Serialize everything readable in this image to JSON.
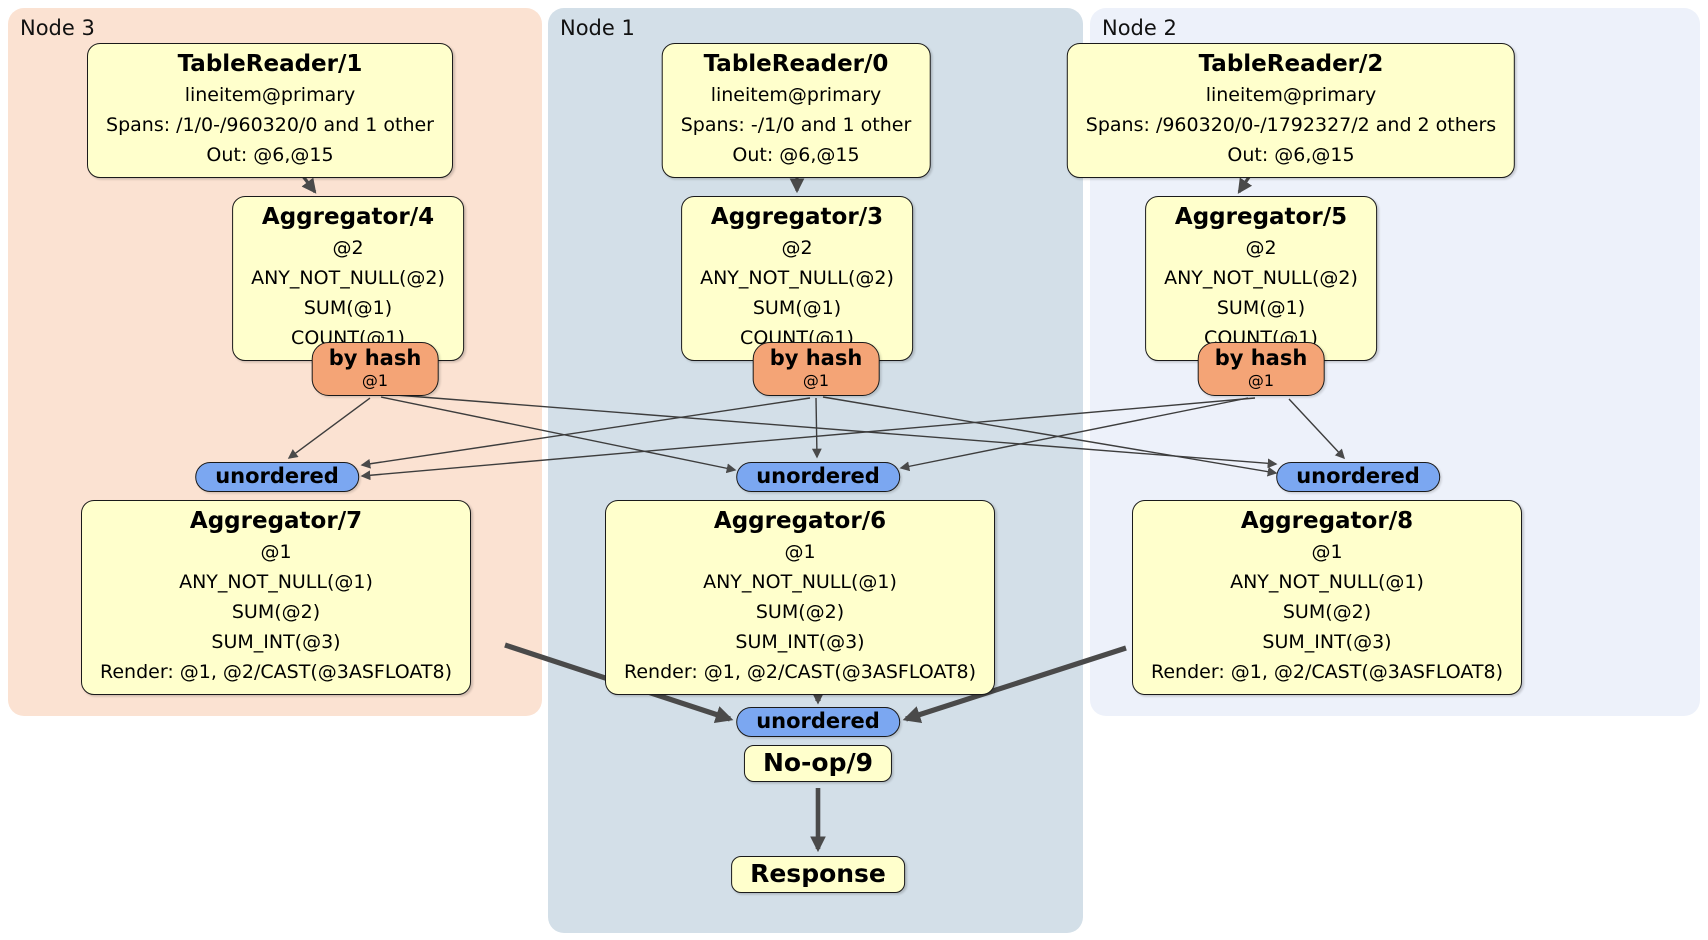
{
  "colors": {
    "node3_bg": "#fbe2d2",
    "node1_bg": "#d3dfe8",
    "node2_bg": "#edf1fa",
    "box_bg": "#ffffcc",
    "router_bg": "#f4a476",
    "sync_bg": "#7ba7f1",
    "edge": "#4a4a4a"
  },
  "nodes": [
    {
      "label": "Node 3"
    },
    {
      "label": "Node 1"
    },
    {
      "label": "Node 2"
    }
  ],
  "router": {
    "label": "by hash",
    "key": "@1"
  },
  "sync": {
    "label": "unordered"
  },
  "processors": {
    "tr1": {
      "title": "TableReader/1",
      "lines": [
        "lineitem@primary",
        "Spans: /1/0-/960320/0 and 1 other",
        "Out: @6,@15"
      ]
    },
    "tr0": {
      "title": "TableReader/0",
      "lines": [
        "lineitem@primary",
        "Spans: -/1/0 and 1 other",
        "Out: @6,@15"
      ]
    },
    "tr2": {
      "title": "TableReader/2",
      "lines": [
        "lineitem@primary",
        "Spans: /960320/0-/1792327/2 and 2 others",
        "Out: @6,@15"
      ]
    },
    "agg4": {
      "title": "Aggregator/4",
      "lines": [
        "@2",
        "ANY_NOT_NULL(@2)",
        "SUM(@1)",
        "COUNT(@1)"
      ]
    },
    "agg3": {
      "title": "Aggregator/3",
      "lines": [
        "@2",
        "ANY_NOT_NULL(@2)",
        "SUM(@1)",
        "COUNT(@1)"
      ]
    },
    "agg5": {
      "title": "Aggregator/5",
      "lines": [
        "@2",
        "ANY_NOT_NULL(@2)",
        "SUM(@1)",
        "COUNT(@1)"
      ]
    },
    "agg7": {
      "title": "Aggregator/7",
      "lines": [
        "@1",
        "ANY_NOT_NULL(@1)",
        "SUM(@2)",
        "SUM_INT(@3)",
        "Render: @1, @2/CAST(@3ASFLOAT8)"
      ]
    },
    "agg6": {
      "title": "Aggregator/6",
      "lines": [
        "@1",
        "ANY_NOT_NULL(@1)",
        "SUM(@2)",
        "SUM_INT(@3)",
        "Render: @1, @2/CAST(@3ASFLOAT8)"
      ]
    },
    "agg8": {
      "title": "Aggregator/8",
      "lines": [
        "@1",
        "ANY_NOT_NULL(@1)",
        "SUM(@2)",
        "SUM_INT(@3)",
        "Render: @1, @2/CAST(@3ASFLOAT8)"
      ]
    },
    "noop": {
      "title": "No-op/9"
    },
    "response": {
      "title": "Response"
    }
  }
}
